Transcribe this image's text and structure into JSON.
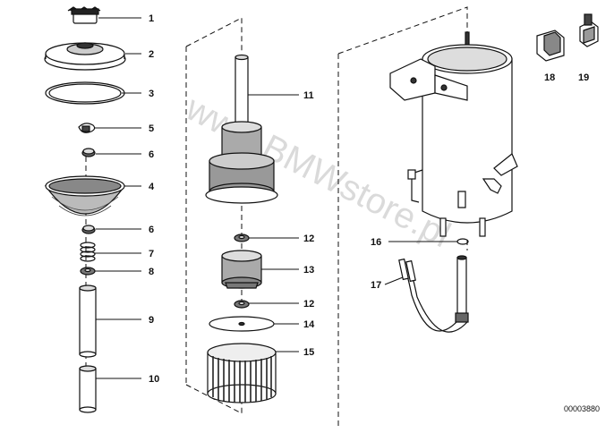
{
  "callouts": {
    "p1": "1",
    "p2": "2",
    "p3": "3",
    "p4": "4",
    "p5": "5",
    "p6a": "6",
    "p6b": "6",
    "p7": "7",
    "p8": "8",
    "p9": "9",
    "p10": "10",
    "p11": "11",
    "p12a": "12",
    "p12b": "12",
    "p13": "13",
    "p14": "14",
    "p15": "15",
    "p16": "16",
    "p17": "17",
    "p18": "18",
    "p19": "19"
  },
  "document_id": "00003880",
  "watermark": "www.BMWstore.pl"
}
